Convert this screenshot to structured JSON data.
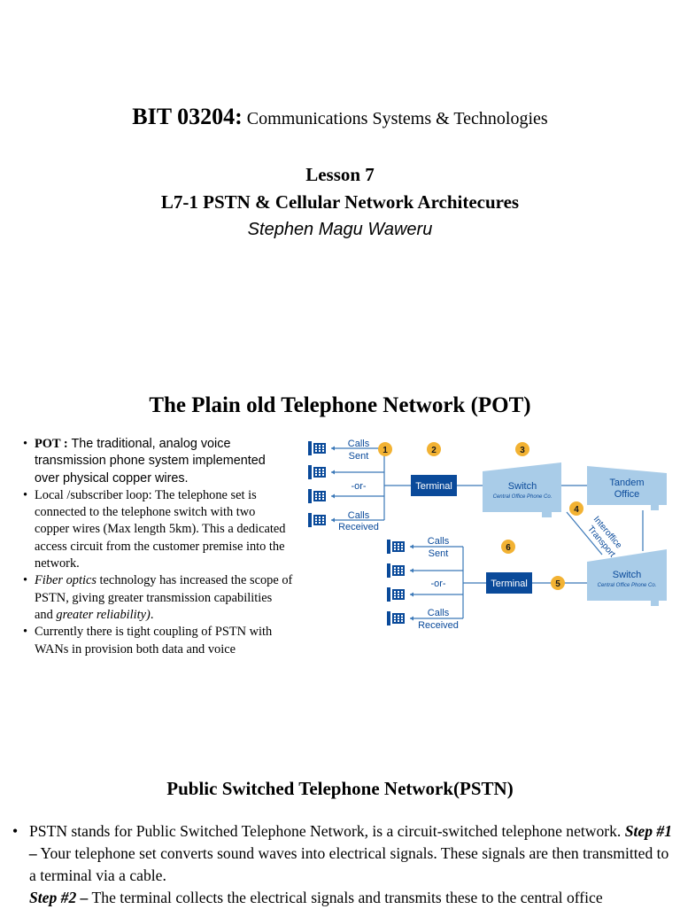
{
  "slide1": {
    "course_code": "BIT 03204:",
    "course_name": "Communications Systems & Technologies",
    "lesson": "Lesson 7",
    "lesson_title": "L7-1 PSTN & Cellular Network Architecures",
    "author": "Stephen Magu Waweru"
  },
  "slide2": {
    "title": "The Plain old Telephone Network (POT)",
    "bullets": {
      "b1_term": "POT :",
      "b1_text": " The traditional, analog voice transmission phone system implemented over physical copper wires.",
      "b2_text": "Local /subscriber loop:  The telephone set is connected to the telephone switch with two copper wires (Max length 5km).  This a dedicated access circuit from the customer premise into the network.",
      "b3_term": "Fiber optics",
      "b3_text1": " technology has increased the scope of PSTN, giving greater transmission capabilities and ",
      "b3_em": "greater reliability)",
      "b3_text2": ".",
      "b4_text": "Currently there is tight coupling of PSTN with WANs in provision both data and voice"
    },
    "diagram": {
      "calls_sent_1": "Calls",
      "calls_sent_2": "Sent",
      "or": "-or-",
      "calls_recv_1": "Calls",
      "calls_recv_2": "Received",
      "terminal": "Terminal",
      "switch": "Switch",
      "switch_sub": "Central Office Phone Co.",
      "tandem_1": "Tandem",
      "tandem_2": "Office",
      "interoffice_1": "Interoffice",
      "interoffice_2": "Transport",
      "steps": [
        "1",
        "2",
        "3",
        "4",
        "5",
        "6"
      ],
      "colors": {
        "dark_blue": "#0a4a9a",
        "light_blue": "#a9cce8",
        "badge": "#f2b233",
        "line": "#3a78b8"
      }
    }
  },
  "slide3": {
    "title": "Public Switched Telephone Network(PSTN)",
    "bullet": "•",
    "p1": "PSTN stands for Public Switched Telephone Network, is a circuit-switched telephone network. ",
    "step1_label": "Step #1 –",
    "step1_text": " Your telephone set converts sound waves into electrical signals. These signals are then transmitted to a terminal via a cable.",
    "step2_label": "Step #2 –",
    "step2_text": " The terminal collects the electrical signals and transmits these to the central office"
  }
}
